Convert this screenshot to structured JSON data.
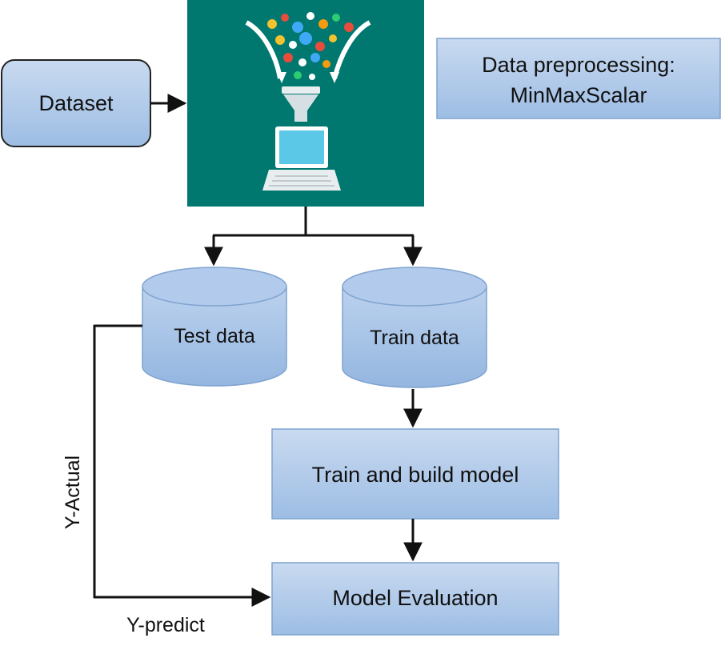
{
  "nodes": {
    "dataset": "Dataset",
    "preprocessing_line1": "Data preprocessing:",
    "preprocessing_line2": "MinMaxScalar",
    "test_data": "Test data",
    "train_data": "Train data",
    "train_model": "Train and build model",
    "model_evaluation": "Model Evaluation"
  },
  "edge_labels": {
    "y_actual": "Y-Actual",
    "y_predict": "Y-predict"
  },
  "icons": {
    "pipeline_illustration": "data-funnel-laptop-icon"
  },
  "colors": {
    "box_fill_top": "#c9daf0",
    "box_fill_bottom": "#9dbde4",
    "box_stroke": "#7fa3cf",
    "teal_panel": "#00786f",
    "arrow": "#111111"
  }
}
